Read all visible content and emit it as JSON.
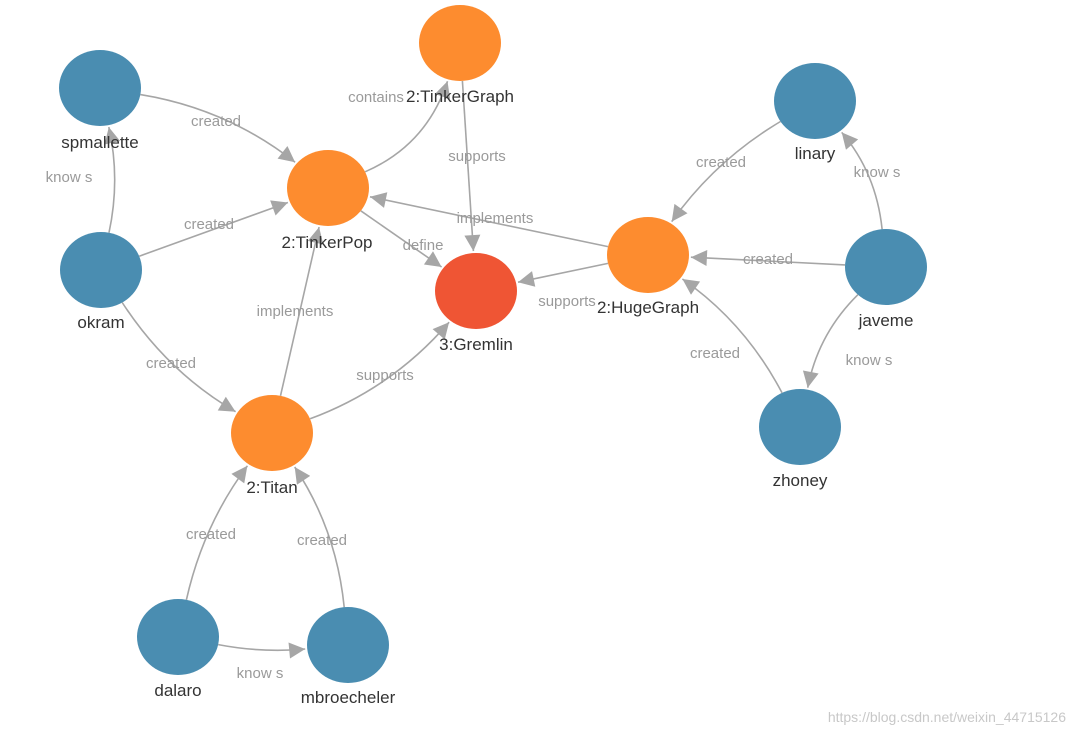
{
  "colors": {
    "person": "#4a8db1",
    "software": "#fd8c2f",
    "language": "#ef5534",
    "edge": "#a6a6a6",
    "edge_label": "#9a9a9a",
    "node_label": "#333333"
  },
  "nodes": [
    {
      "id": "spmallette",
      "label": "spmallette",
      "kind": "person"
    },
    {
      "id": "okram",
      "label": "okram",
      "kind": "person"
    },
    {
      "id": "dalaro",
      "label": "dalaro",
      "kind": "person"
    },
    {
      "id": "mbroecheler",
      "label": "mbroecheler",
      "kind": "person"
    },
    {
      "id": "linary",
      "label": "linary",
      "kind": "person"
    },
    {
      "id": "javeme",
      "label": "javeme",
      "kind": "person"
    },
    {
      "id": "zhoney",
      "label": "zhoney",
      "kind": "person"
    },
    {
      "id": "tinkergraph",
      "label": "2:TinkerGraph",
      "kind": "software"
    },
    {
      "id": "tinkerpop",
      "label": "2:TinkerPop",
      "kind": "software"
    },
    {
      "id": "titan",
      "label": "2:Titan",
      "kind": "software"
    },
    {
      "id": "hugegraph",
      "label": "2:HugeGraph",
      "kind": "software"
    },
    {
      "id": "gremlin",
      "label": "3:Gremlin",
      "kind": "language"
    }
  ],
  "edges": [
    {
      "id": "e1",
      "source": "spmallette",
      "target": "tinkerpop",
      "label": "created"
    },
    {
      "id": "e2",
      "source": "okram",
      "target": "spmallette",
      "label": "know s"
    },
    {
      "id": "e3",
      "source": "okram",
      "target": "tinkerpop",
      "label": "created"
    },
    {
      "id": "e4",
      "source": "okram",
      "target": "titan",
      "label": "created"
    },
    {
      "id": "e5",
      "source": "tinkerpop",
      "target": "tinkergraph",
      "label": "contains"
    },
    {
      "id": "e6",
      "source": "tinkergraph",
      "target": "gremlin",
      "label": "supports"
    },
    {
      "id": "e7",
      "source": "tinkerpop",
      "target": "gremlin",
      "label": "define"
    },
    {
      "id": "e8",
      "source": "hugegraph",
      "target": "tinkerpop",
      "label": "implements"
    },
    {
      "id": "e9",
      "source": "hugegraph",
      "target": "gremlin",
      "label": "supports"
    },
    {
      "id": "e10",
      "source": "titan",
      "target": "tinkerpop",
      "label": "implements"
    },
    {
      "id": "e11",
      "source": "titan",
      "target": "gremlin",
      "label": "supports"
    },
    {
      "id": "e12",
      "source": "dalaro",
      "target": "titan",
      "label": "created"
    },
    {
      "id": "e13",
      "source": "mbroecheler",
      "target": "titan",
      "label": "created"
    },
    {
      "id": "e14",
      "source": "dalaro",
      "target": "mbroecheler",
      "label": "know s"
    },
    {
      "id": "e15",
      "source": "linary",
      "target": "hugegraph",
      "label": "created"
    },
    {
      "id": "e16",
      "source": "javeme",
      "target": "hugegraph",
      "label": "created"
    },
    {
      "id": "e17",
      "source": "javeme",
      "target": "linary",
      "label": "know s"
    },
    {
      "id": "e18",
      "source": "javeme",
      "target": "zhoney",
      "label": "know s"
    },
    {
      "id": "e19",
      "source": "zhoney",
      "target": "hugegraph",
      "label": "created"
    }
  ],
  "watermark": "https://blog.csdn.net/weixin_44715126"
}
